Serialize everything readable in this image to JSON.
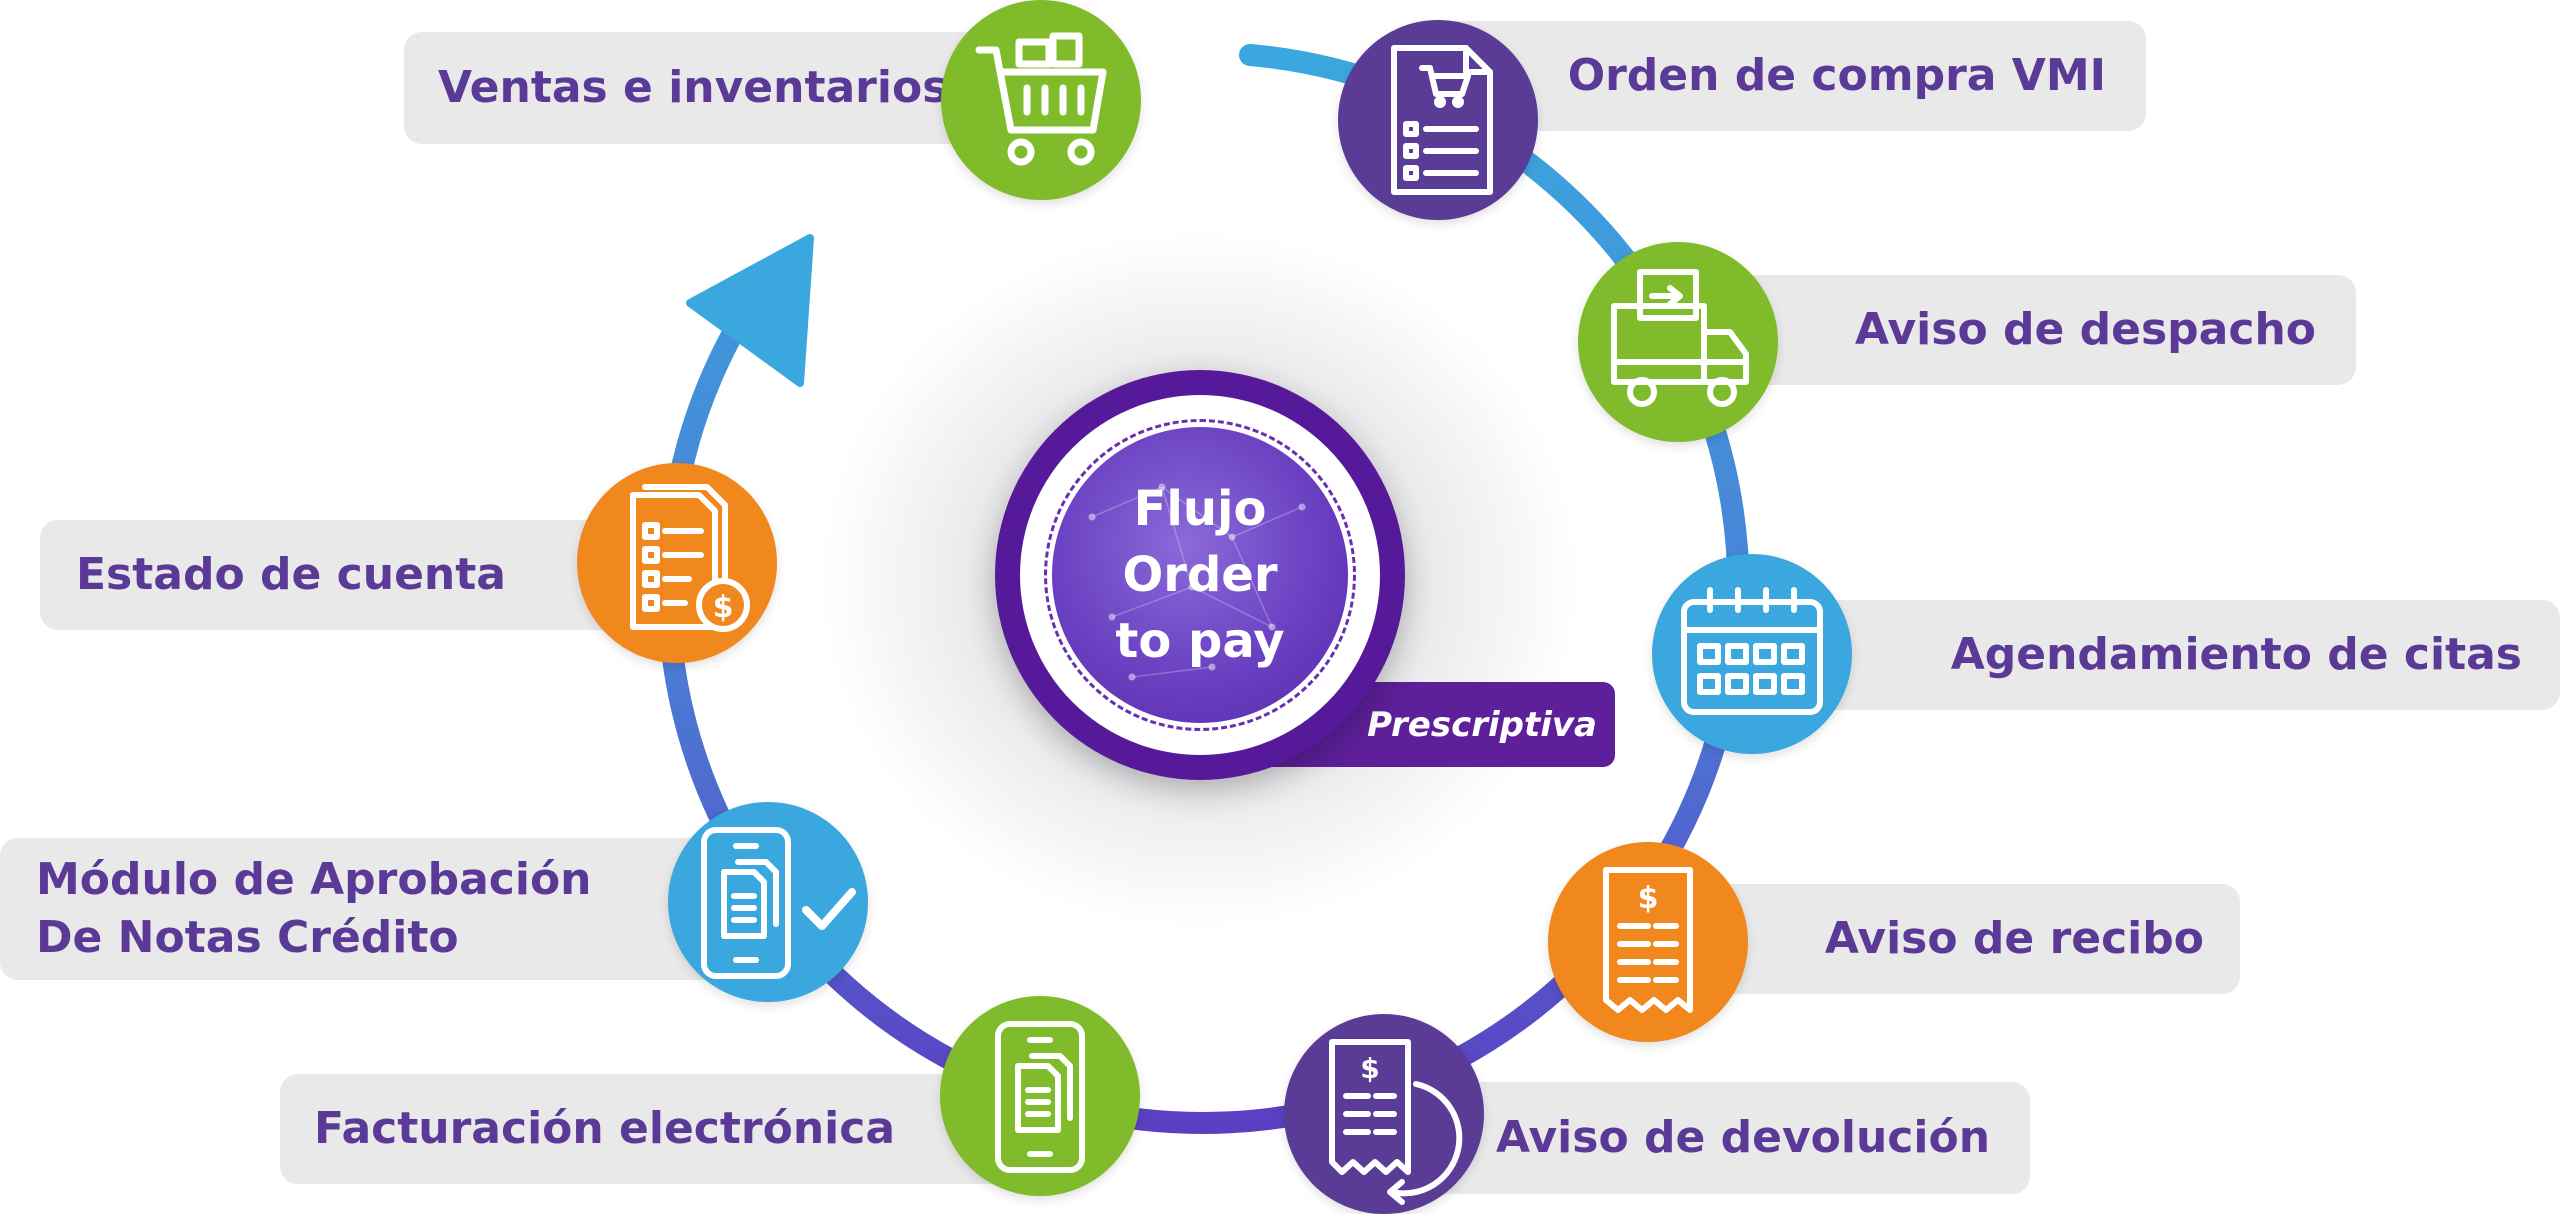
{
  "center": {
    "title_lines": [
      "Flujo",
      "Order",
      "to pay"
    ],
    "brand": "Prescriptiva"
  },
  "colors": {
    "label_text": "#5b3a97",
    "label_bg": "#e9e9ea",
    "green": "#7fbb2a",
    "purple": "#5a3b96",
    "blue": "#3aa8de",
    "orange": "#f0881e",
    "ring_start": "#3aa8de",
    "ring_end": "#5b3fc3",
    "center_ring": "#56199a",
    "brand_bg": "#5e1f9a"
  },
  "steps": [
    {
      "label": "Ventas e inventarios",
      "icon": "shopping-cart-icon",
      "color": "green"
    },
    {
      "label": "Orden de compra VMI",
      "icon": "purchase-order-icon",
      "color": "purple"
    },
    {
      "label": "Aviso de despacho",
      "icon": "delivery-truck-icon",
      "color": "green"
    },
    {
      "label": "Agendamiento de citas",
      "icon": "calendar-icon",
      "color": "blue"
    },
    {
      "label": "Aviso de recibo",
      "icon": "receipt-icon",
      "color": "orange"
    },
    {
      "label": "Aviso de devolución",
      "icon": "return-receipt-icon",
      "color": "purple"
    },
    {
      "label": "Facturación electrónica",
      "icon": "mobile-invoice-icon",
      "color": "green"
    },
    {
      "label_lines": [
        "Módulo de Aprobación",
        "De Notas Crédito"
      ],
      "icon": "mobile-approval-icon",
      "color": "blue"
    },
    {
      "label": "Estado de cuenta",
      "icon": "account-statement-icon",
      "color": "orange"
    }
  ]
}
